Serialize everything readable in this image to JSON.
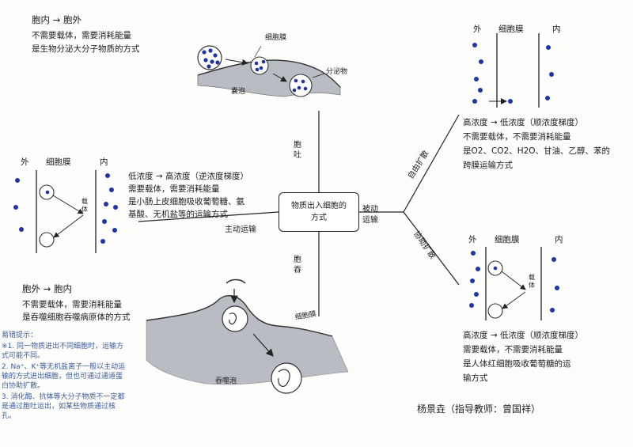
{
  "center": {
    "line1": "物质出入细胞的",
    "line2": "方式"
  },
  "branches": {
    "exocytosis": "胞吐",
    "endocytosis": "胞吞",
    "active": "主动运输",
    "passive_l1": "被动",
    "passive_l2": "运输",
    "free_diffusion": "自由扩散",
    "facilitated": "协助扩散"
  },
  "exocytosis_text": {
    "l1": "胞内 → 胞外",
    "l2": "不需要载体，需要消耗能量",
    "l3": "是生物分泌大分子物质的方式",
    "membrane": "细胞膜",
    "secretion": "分泌物",
    "vesicle": "囊泡"
  },
  "endocytosis_text": {
    "l1": "胞外 → 胞内",
    "l2": "不需要载体，需要消耗能量",
    "l3": "是吞噬细胞吞噬病原体的方式",
    "membrane": "细胞膜",
    "vesicle": "吞噬泡"
  },
  "active_text": {
    "l1": "低浓度 → 高浓度（逆浓度梯度）",
    "l2": "需要载体，需要消耗能量",
    "l3": "是小肠上皮细胞吸收葡萄糖、氨",
    "l4": "基酸、无机盐等的运输方式",
    "out": "外",
    "membrane": "细胞膜",
    "in": "内",
    "carrier": "载体"
  },
  "free_text": {
    "out": "外",
    "membrane": "细胞膜",
    "in": "内",
    "l1": "高浓度 → 低浓度（顺浓度梯度）",
    "l2": "不需要载体，不需要消耗能量",
    "l3": "是O2、CO2、H2O、甘油、乙醇、苯的",
    "l4": "跨膜运输方式"
  },
  "facilitated_text": {
    "out": "外",
    "membrane": "细胞膜",
    "in": "内",
    "carrier": "载体",
    "l1": "高浓度 → 低浓度（顺浓度梯度）",
    "l2": "需要载体，不需要消耗能量",
    "l3": "是人体红细胞吸收葡萄糖的运",
    "l4": "输方式"
  },
  "notes": {
    "title": "易错提示：",
    "items": [
      "※1. 同一物质进出不同细胞时，运输方式可能不同。",
      "2. Na⁺、K⁺等无机盐离子一般以主动运输的方式进出细胞，但也可通过通道蛋白协助扩散。",
      "3. 消化酶、抗体等大分子物质不一定都是通过胞吐运出，如某些物质通过核孔。"
    ]
  },
  "signature": "杨景垚（指导教师：曾国祥）",
  "colors": {
    "dot": "#1e34a8",
    "ink": "#222222",
    "note": "#3a5b9a",
    "shade": "#a8acb3"
  }
}
